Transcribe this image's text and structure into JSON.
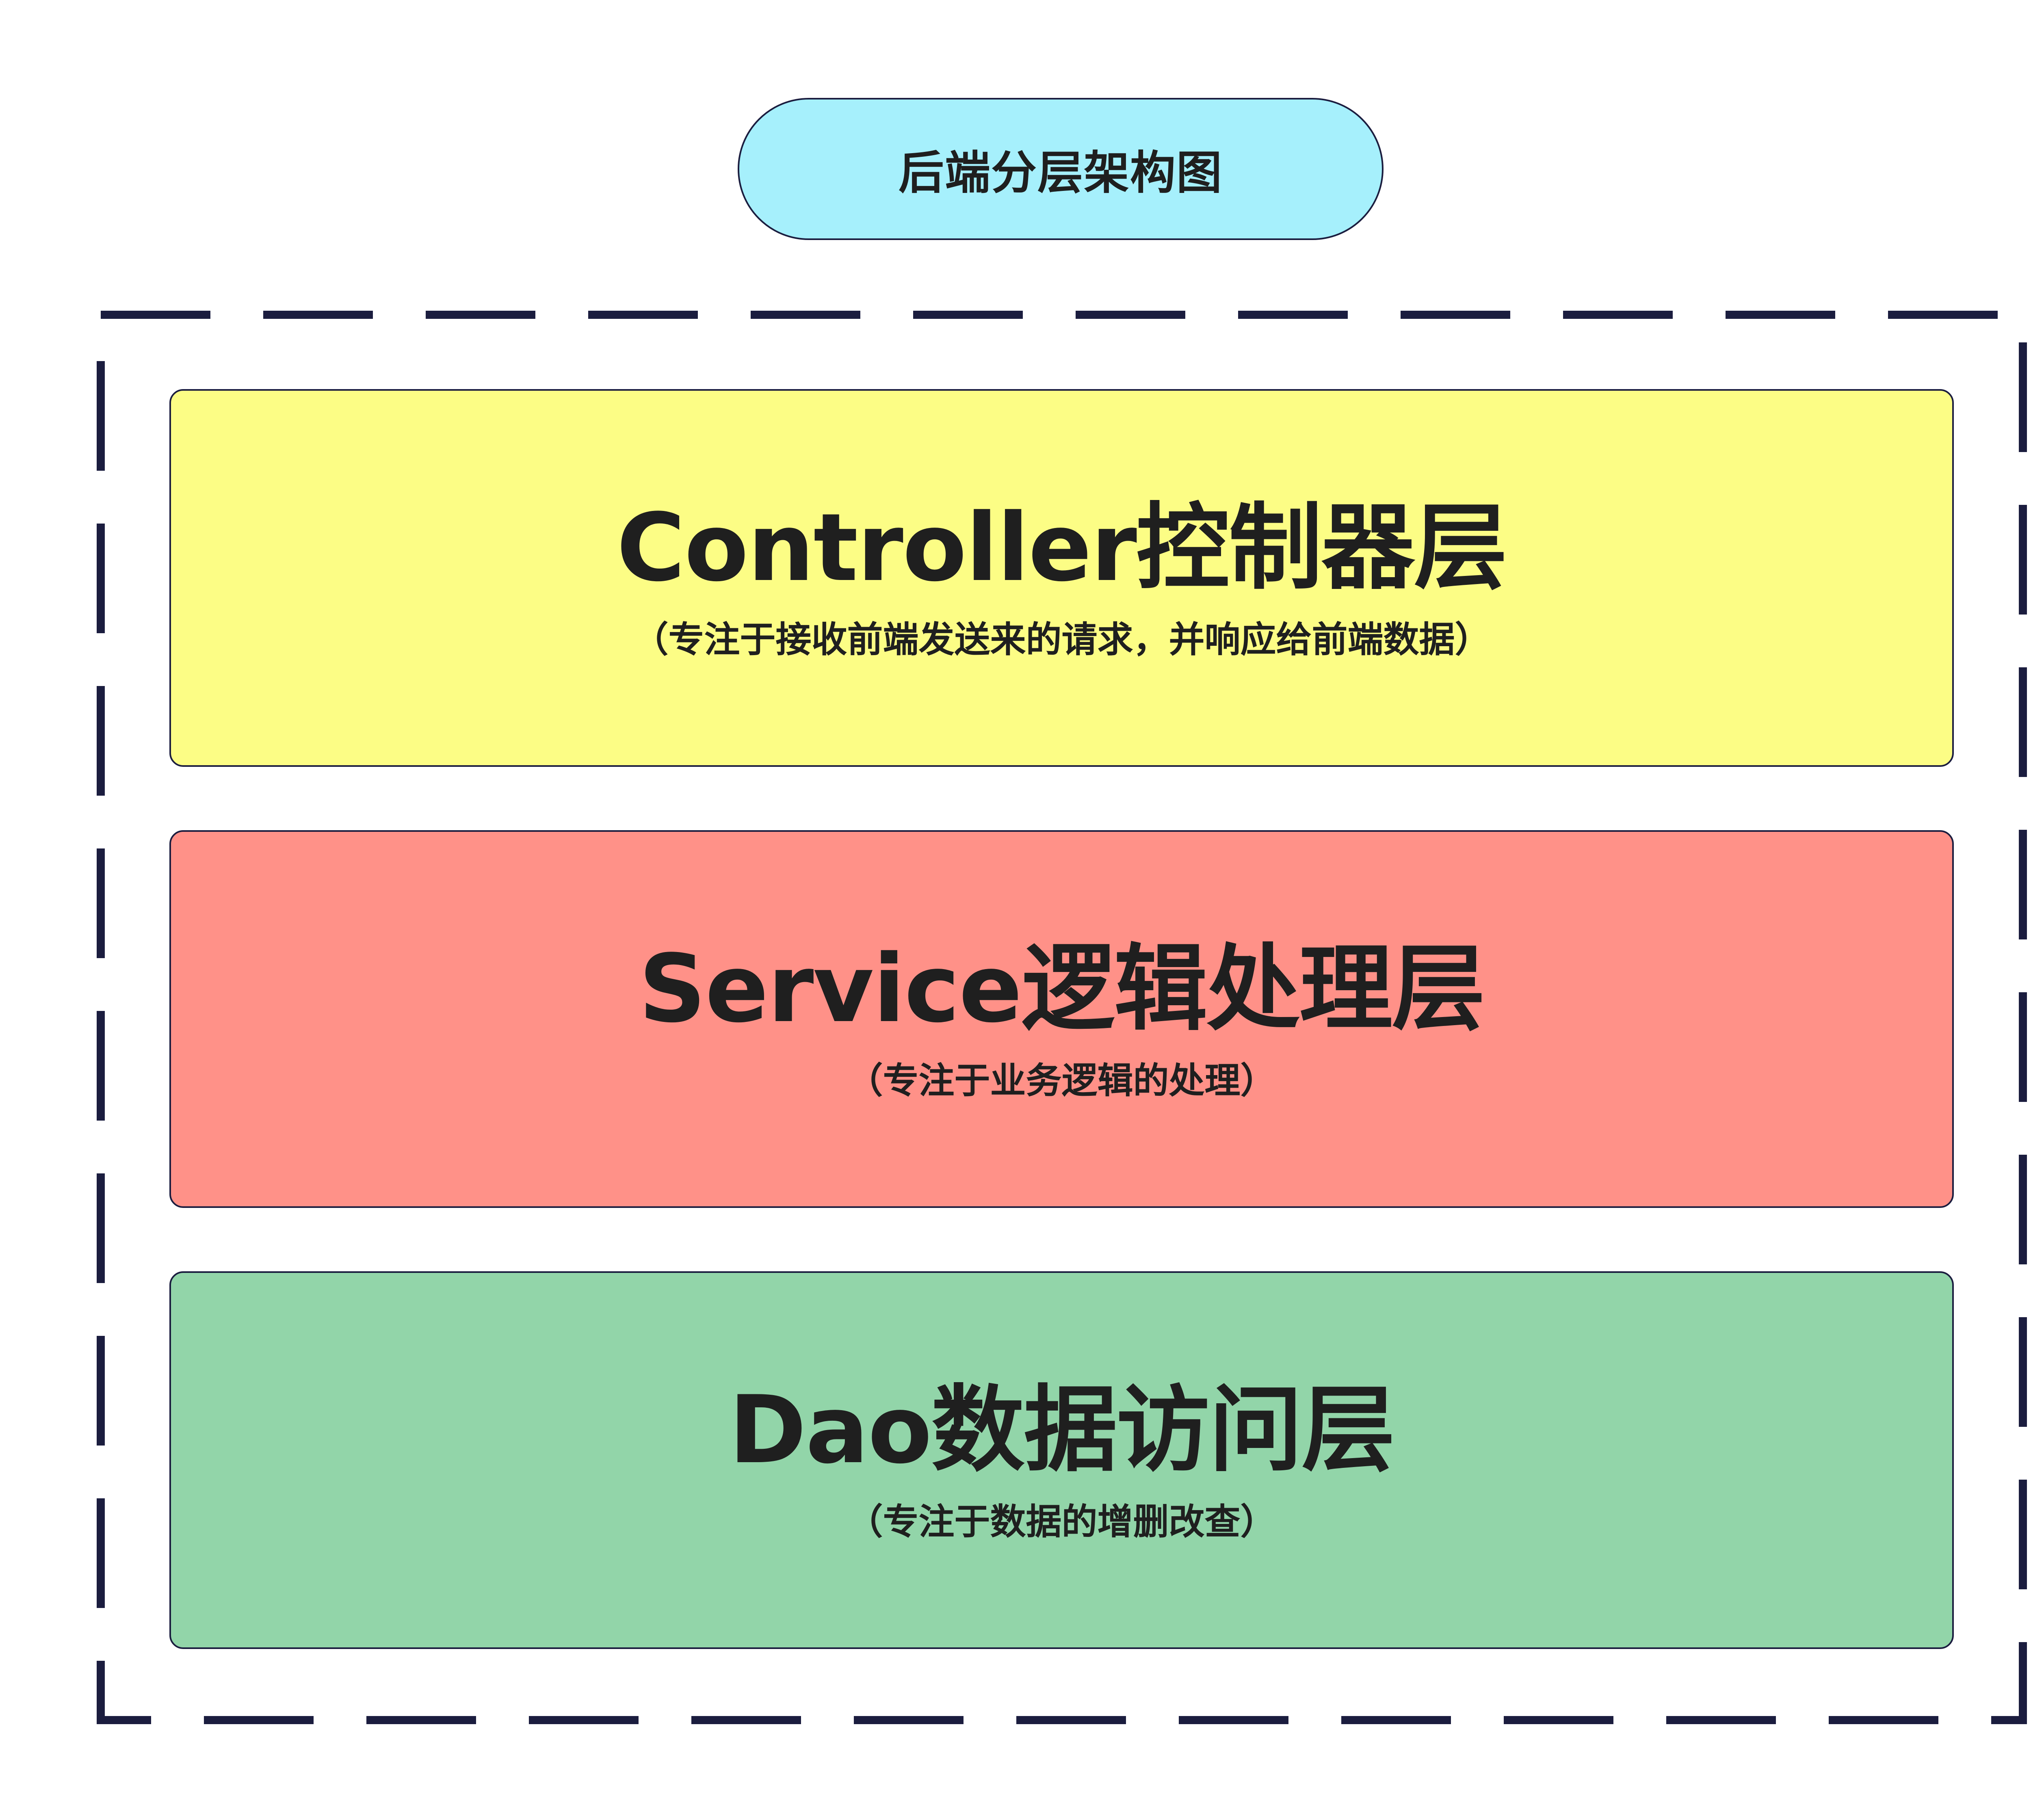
{
  "diagram": {
    "title": "后端分层架构图",
    "layers": [
      {
        "title": "Controller控制器层",
        "description": "（专注于接收前端发送来的请求，并响应给前端数据）",
        "color": "#fcfd85"
      },
      {
        "title": "Service逻辑处理层",
        "description": "（专注于业务逻辑的处理）",
        "color": "#ff9188"
      },
      {
        "title": "Dao数据访问层",
        "description": "（专注于数据的增删改查）",
        "color": "#92d5a9"
      }
    ]
  },
  "colors": {
    "title_fill": "#a6f0fc",
    "outline": "#1b1d3f",
    "text": "#1f1f1f",
    "background": "#ffffff"
  }
}
